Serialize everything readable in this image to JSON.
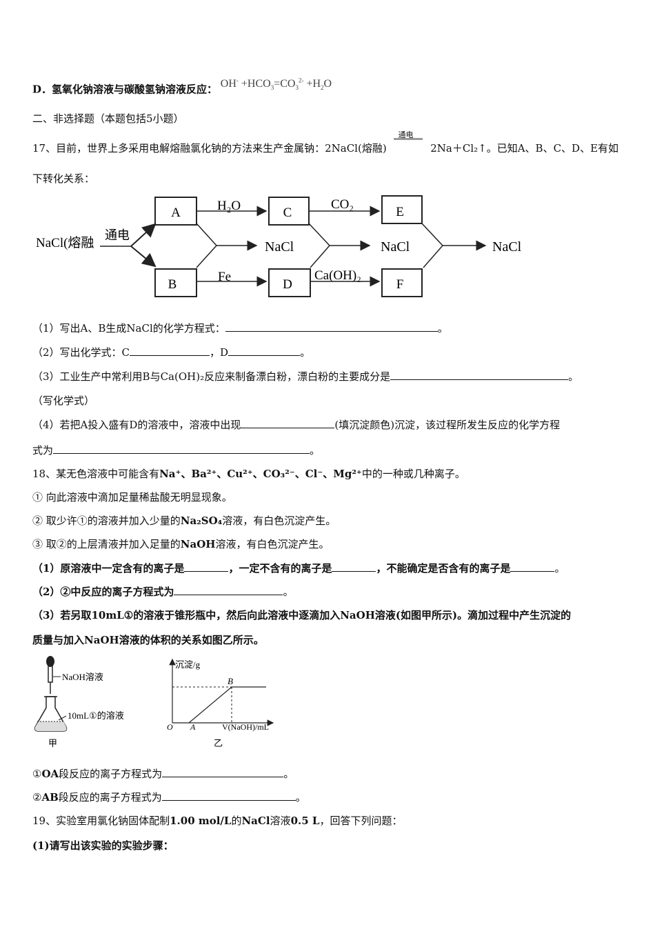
{
  "lineD": {
    "label": "D．氢氧化钠溶液与碳酸氢钠溶液反应：",
    "eq_a": "OH",
    "eq_b": " +HCO",
    "eq_b_sub": "3",
    "eq_c": "=CO",
    "eq_c_sub": "3",
    "eq_c_sup": "2-",
    "eq_d": " +H",
    "eq_d_sub": "2",
    "eq_e": "O"
  },
  "section2": "二、非选择题（本题包括5小题）",
  "q17": {
    "intro_a": "17、目前，世界上多采用电解熔融氯化钠的方法来生产金属钠：2NaCl(熔融)",
    "arrow_label": "通电",
    "intro_b": "2Na＋Cl₂↑。已知A、B、C、D、E有如",
    "intro_c": "下转化关系：",
    "diagram": {
      "start": "NaCl(熔融",
      "start_arrow": "通电",
      "boxes": [
        "A",
        "B",
        "C",
        "D",
        "E",
        "F"
      ],
      "reagents": [
        "H₂O",
        "Fe",
        "CO₂",
        "Ca(OH)₂"
      ],
      "products": [
        "NaCl",
        "NaCl",
        "NaCl"
      ]
    },
    "p1": "（1）写出A、B生成NaCl的化学方程式：",
    "p1_end": "。",
    "p2_a": "（2）写出化学式：C",
    "p2_b": "，D",
    "p2_end": "。",
    "p3": "（3）工业生产中常利用B与Ca(OH)₂反应来制备漂白粉，漂白粉的主要成分是",
    "p3_end": "。",
    "p3_note": "（写化学式）",
    "p4_a": "（4）若把A投入盛有D的溶液中，溶液中出现",
    "p4_b": "(填沉淀颜色)沉淀，该过程所发生反应的化学方程",
    "p4_c": "式为",
    "p4_end": "。"
  },
  "q18": {
    "intro_pre": "18、某无色溶液中可能含有",
    "ions": "Na⁺、Ba²⁺、Cu²⁺、CO₃²⁻、Cl⁻、Mg²⁺",
    "intro_post": "中的一种或几种离子。",
    "s1": "① 向此溶液中滴加足量稀盐酸无明显现象。",
    "s2_a": "② 取少许①的溶液并加入少量的",
    "s2_b": "Na₂SO₄",
    "s2_c": "溶液，有白色沉淀产生。",
    "s3_a": "③ 取②的上层清液并加入足量的",
    "s3_b": "NaOH",
    "s3_c": "溶液，有白色沉淀产生。",
    "p1_a": "（1）原溶液中一定含有的离子是",
    "p1_b": "，一定不含有的离子是",
    "p1_c": "，不能确定是否含有的离子是",
    "p1_end": "。",
    "p2": "（2）②中反应的离子方程式为",
    "p2_end": "。",
    "p3_a": "（3）若另取",
    "p3_b": "10mL",
    "p3_c": "①的溶液于锥形瓶中，然后向此溶液中逐滴加入",
    "p3_d": "NaOH",
    "p3_e": "溶液(如图甲所示)。滴加过程中产生沉淀的",
    "p3_f": "质量与加入",
    "p3_g": "NaOH",
    "p3_h": "溶液的体积的关系如图乙所示。",
    "fig_jia": {
      "label_naoh": "NaOH溶液",
      "label_flask": "10mL①的溶液",
      "caption": "甲"
    },
    "fig_yi": {
      "ylabel": "沉淀/g",
      "xlabel": "V(NaOH)/mL",
      "origin": "O",
      "point_a": "A",
      "point_b": "B",
      "caption": "乙"
    },
    "oa_a": "①",
    "oa_b": "OA",
    "oa_c": "段反应的离子方程式为",
    "oa_end": "。",
    "ab_a": "②",
    "ab_b": "AB",
    "ab_c": "段反应的离子方程式为",
    "ab_end": "。"
  },
  "q19": {
    "intro_a": "19、实验室用氯化钠固体配制",
    "intro_b": "1.00 mol/L",
    "intro_c": "的",
    "intro_d": "NaCl",
    "intro_e": "溶液",
    "intro_f": "0.5 L",
    "intro_g": "，回答下列问题：",
    "p1": "(1)请写出该实验的实验步骤："
  }
}
